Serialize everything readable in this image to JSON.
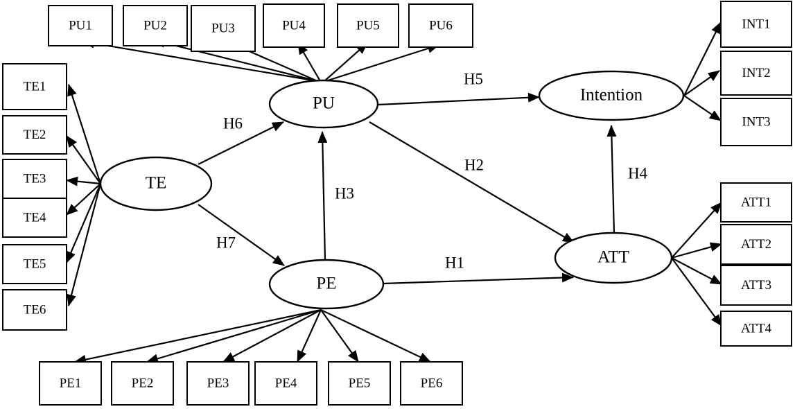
{
  "latents": {
    "PU": "PU",
    "TE": "TE",
    "PE": "PE",
    "Intention": "Intention",
    "ATT": "ATT"
  },
  "indicators": {
    "PU": [
      "PU1",
      "PU2",
      "PU3",
      "PU4",
      "PU5",
      "PU6"
    ],
    "TE": [
      "TE1",
      "TE2",
      "TE3",
      "TE4",
      "TE5",
      "TE6"
    ],
    "PE": [
      "PE1",
      "PE2",
      "PE3",
      "PE4",
      "PE5",
      "PE6"
    ],
    "INT": [
      "INT1",
      "INT2",
      "INT3"
    ],
    "ATT": [
      "ATT1",
      "ATT2",
      "ATT3",
      "ATT4"
    ]
  },
  "hypotheses": [
    {
      "label": "H1",
      "from": "PE",
      "to": "ATT"
    },
    {
      "label": "H2",
      "from": "PU",
      "to": "ATT"
    },
    {
      "label": "H3",
      "from": "PE",
      "to": "PU"
    },
    {
      "label": "H4",
      "from": "ATT",
      "to": "Intention"
    },
    {
      "label": "H5",
      "from": "PU",
      "to": "Intention"
    },
    {
      "label": "H6",
      "from": "TE",
      "to": "PU"
    },
    {
      "label": "H7",
      "from": "TE",
      "to": "PE"
    }
  ]
}
